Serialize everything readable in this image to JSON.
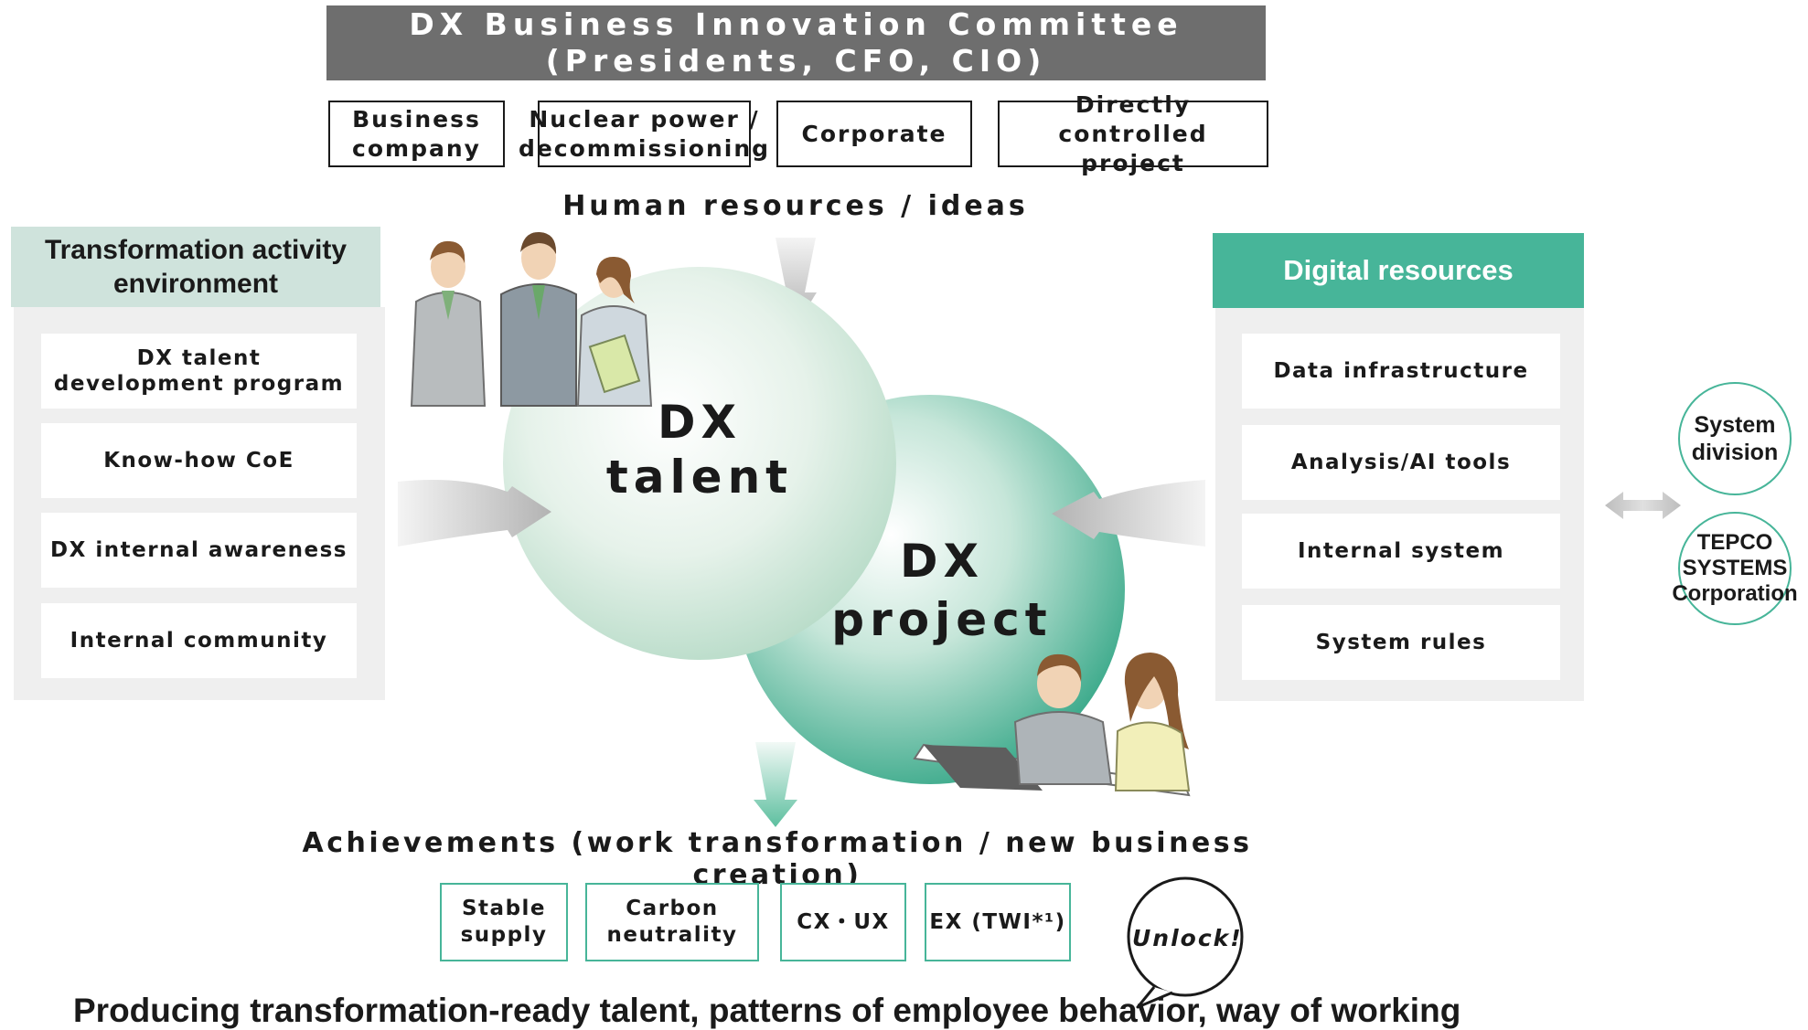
{
  "committee": {
    "line1": "DX Business Innovation Committee",
    "line2": "(Presidents, CFO, CIO)"
  },
  "units": [
    {
      "label": "Business\ncompany"
    },
    {
      "label": "Nuclear power /\ndecommissioning"
    },
    {
      "label": "Corporate"
    },
    {
      "label": "Directly controlled\nproject"
    }
  ],
  "human_resources_label": "Human resources / ideas",
  "left_panel": {
    "title": "Transformation activity environment",
    "items": [
      "DX talent\n development program",
      "Know-how CoE",
      "DX internal awareness",
      "Internal community"
    ]
  },
  "right_panel": {
    "title": "Digital resources",
    "items": [
      "Data infrastructure",
      "Analysis/AI tools",
      "Internal system",
      "System rules"
    ]
  },
  "circles": {
    "talent": {
      "line1": "DX",
      "line2": "talent"
    },
    "project": {
      "line1": "DX",
      "line2": "project"
    }
  },
  "partners": [
    {
      "label": "System\ndivision"
    },
    {
      "label": "TEPCO\nSYSTEMS\nCorporation"
    }
  ],
  "achievements": {
    "title": "Achievements (work transformation / new business creation)",
    "items": [
      "Stable\nsupply",
      "Carbon\nneutrality",
      "CX・UX",
      "EX (TWI*¹)"
    ]
  },
  "unlock": "Unlock!",
  "bottom_statement": "Producing transformation-ready talent, patterns of employee behavior, way of working",
  "colors": {
    "teal": "#47b599",
    "teal_light": "#cfe3dc",
    "committee_gray": "#6e6e6e",
    "panel_gray": "#efefef"
  }
}
